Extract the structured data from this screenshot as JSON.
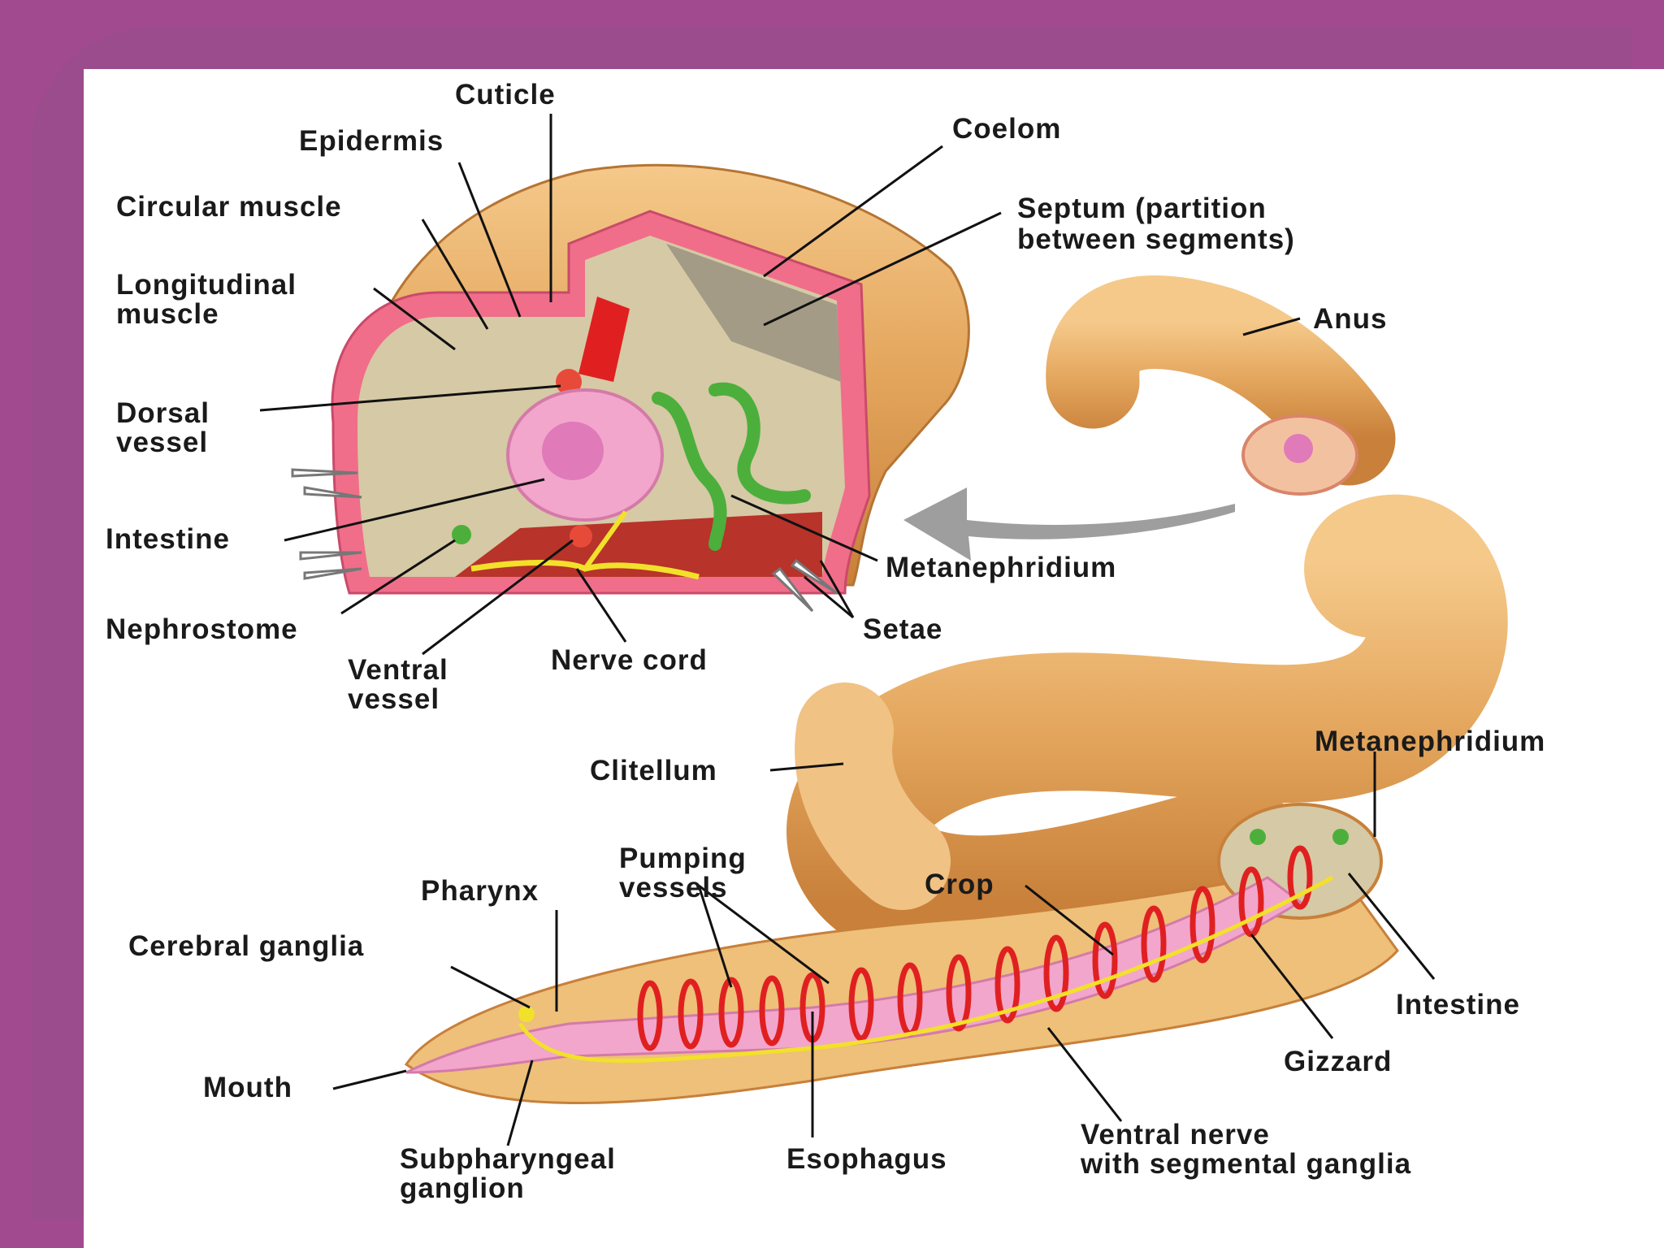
{
  "labels": {
    "cuticle": "Cuticle",
    "epidermis": "Epidermis",
    "circular_muscle": "Circular muscle",
    "longitudinal_muscle_l1": "Longitudinal",
    "longitudinal_muscle_l2": "muscle",
    "dorsal_vessel_l1": "Dorsal",
    "dorsal_vessel_l2": "vessel",
    "intestine_top": "Intestine",
    "nephrostome": "Nephrostome",
    "ventral_vessel_l1": "Ventral",
    "ventral_vessel_l2": "vessel",
    "nerve_cord": "Nerve cord",
    "setae": "Setae",
    "metanephridium_top": "Metanephridium",
    "coelom": "Coelom",
    "septum_l1": "Septum (partition",
    "septum_l2": "between segments)",
    "anus": "Anus",
    "clitellum": "Clitellum",
    "metanephridium_bottom": "Metanephridium",
    "pumping_vessels_l1": "Pumping",
    "pumping_vessels_l2": "vessels",
    "pharynx": "Pharynx",
    "crop": "Crop",
    "cerebral_ganglia": "Cerebral ganglia",
    "intestine_bottom": "Intestine",
    "gizzard": "Gizzard",
    "mouth": "Mouth",
    "subpharyngeal_l1": "Subpharyngeal",
    "subpharyngeal_l2": "ganglion",
    "esophagus": "Esophagus",
    "ventral_nerve_l1": "Ventral nerve",
    "ventral_nerve_l2": "with segmental ganglia"
  },
  "colors": {
    "background": "#a24a90",
    "slide": "#ffffff",
    "body_tan": "#e3a55c",
    "body_light": "#f2c17e",
    "cuticle_pink": "#f06e8a",
    "coelom_beige": "#d6c9a5",
    "gut_pink": "#f2a6cc",
    "vessel_red": "#e02020",
    "nephridium_green": "#4caf3c",
    "nerve_yellow": "#f2e12a",
    "arrow_gray": "#9e9e9e"
  }
}
